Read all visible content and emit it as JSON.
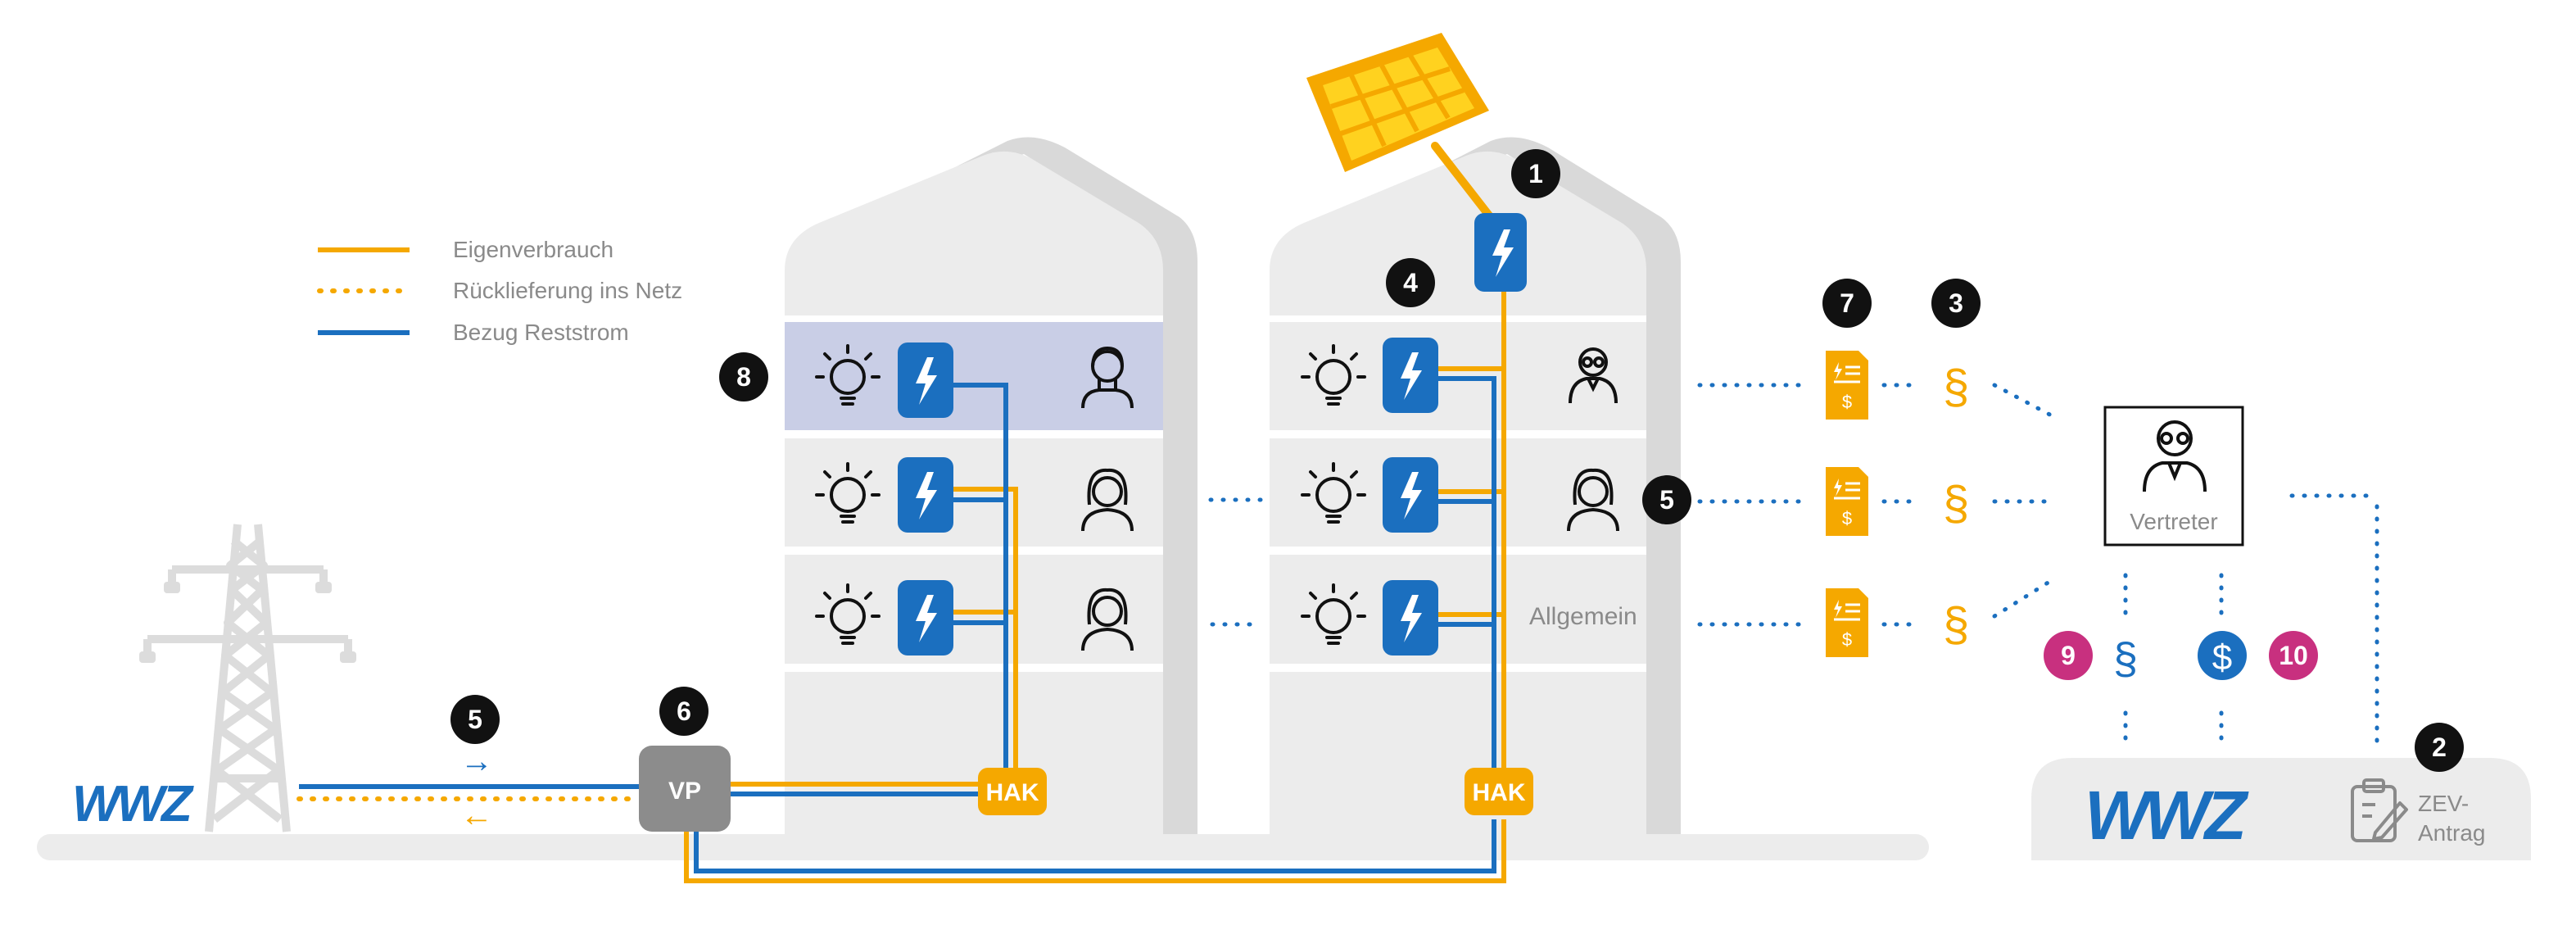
{
  "colors": {
    "yellow": "#F5A800",
    "blue": "#1B6FBF",
    "grey_building": "#ECECEC",
    "grey_roof": "#D9D9D9",
    "grey_text": "#8A8A8A",
    "highlight_row": "#C9CEE6",
    "magenta": "#C8307F",
    "black": "#111111",
    "vp_grey": "#8C8C8C"
  },
  "legend": {
    "eigenverbrauch": "Eigenverbrauch",
    "ruecklieferung": "Rücklieferung ins Netz",
    "bezug": "Bezug Reststrom"
  },
  "badges": {
    "b1": "1",
    "b2": "2",
    "b3": "3",
    "b4": "4",
    "b5_grid": "5",
    "b5_right": "5",
    "b6": "6",
    "b7": "7",
    "b8": "8",
    "b9": "9",
    "b10": "10"
  },
  "labels": {
    "hak_left": "HAK",
    "hak_right": "HAK",
    "vp": "VP",
    "allgemein": "Allgemein",
    "vertreter": "Vertreter",
    "zev_line1": "ZEV-",
    "zev_line2": "Antrag",
    "arrow_right": "→",
    "arrow_left": "←"
  },
  "logos": {
    "left": "WWZ",
    "right": "WWZ"
  },
  "icons": {
    "solar": "solar-panel-icon",
    "meter": "lightning-meter-icon",
    "bulb": "light-bulb-icon",
    "person": "person-icon",
    "bill": "invoice-icon",
    "paragraph": "paragraph-icon",
    "dollar": "dollar-icon",
    "contract": "contract-icon",
    "pylon": "power-pylon-icon"
  }
}
